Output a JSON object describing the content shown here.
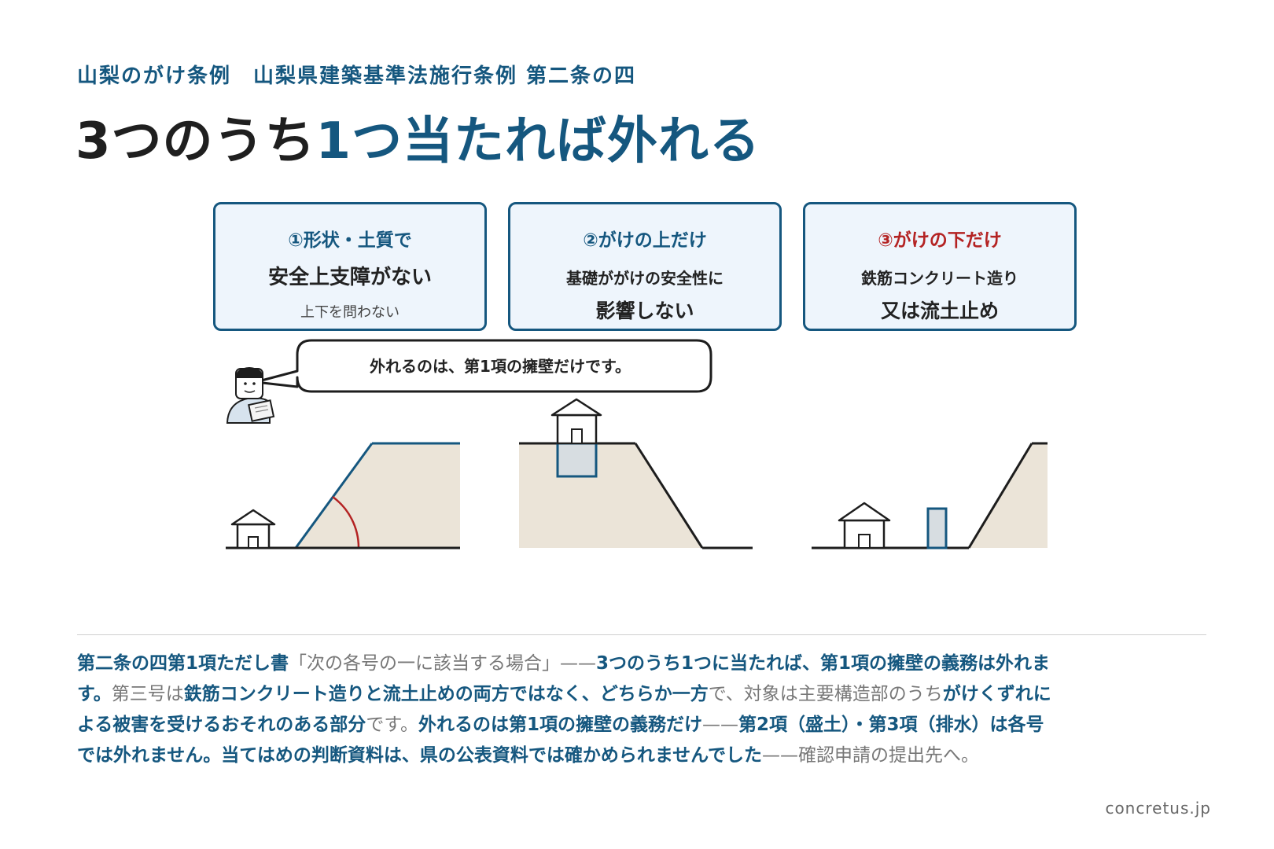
{
  "header": {
    "subtitle": "山梨のがけ条例　山梨県建築基準法施行条例 第二条の四",
    "title_plain": "3つのうち",
    "title_accent": "1つ当たれば外れる"
  },
  "cards": [
    {
      "title": "①形状・土質で",
      "line2": "安全上支障がない",
      "line3": "上下を問わない"
    },
    {
      "title": "②がけの上だけ",
      "line2": "基礎ががけの安全性に",
      "line3": "影響しない"
    },
    {
      "title": "③がけの下だけ",
      "line2": "鉄筋コンクリート造り",
      "line3": "又は流土止め"
    }
  ],
  "speech_bubble": "外れるのは、第1項の擁壁だけです。",
  "body_segments": [
    {
      "text": "第二条の四第1項ただし書",
      "bold": true
    },
    {
      "text": "「次の各号の一に該当する場合」——",
      "bold": false
    },
    {
      "text": "3つのうち1つに当たれば、第1項の擁壁の義務は外れます。",
      "bold": true
    },
    {
      "text": "第三号は",
      "bold": false
    },
    {
      "text": "鉄筋コンクリート造りと流土止めの両方ではなく、どちらか一方",
      "bold": true
    },
    {
      "text": "で、対象は主要構造部のうち",
      "bold": false
    },
    {
      "text": "がけくずれによる被害を受けるおそれのある部分",
      "bold": true
    },
    {
      "text": "です。",
      "bold": false
    },
    {
      "text": "外れるのは第1項の擁壁の義務だけ",
      "bold": true
    },
    {
      "text": "——",
      "bold": false
    },
    {
      "text": "第2項（盛土）・第3項（排水）は各号では外れません。当てはめの判断資料は、県の公表資料では確かめられませんでした",
      "bold": true
    },
    {
      "text": "——確認申請の提出先へ。",
      "bold": false
    }
  ],
  "footer": {
    "site": "concretus.jp"
  },
  "colors": {
    "accent": "#15577f",
    "warning": "#b42323",
    "card_bg": "#eef5fc",
    "soil": "#ebe4d8",
    "structure_fill": "#d7dde1"
  }
}
